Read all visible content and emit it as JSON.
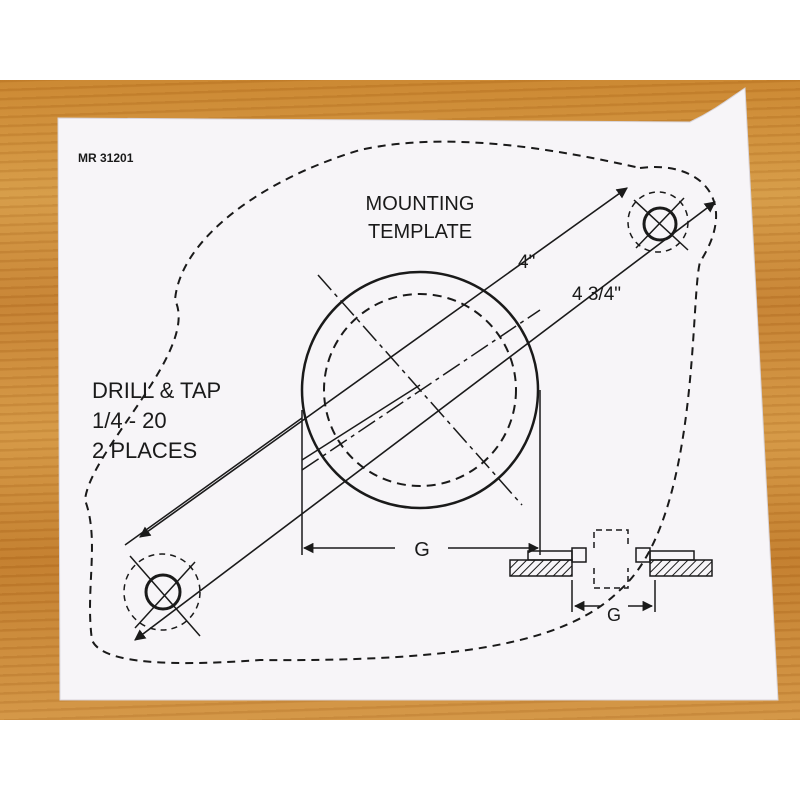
{
  "template": {
    "part_number": "MR 31201",
    "title_line1": "MOUNTING",
    "title_line2": "TEMPLATE",
    "dim_4": "4\"",
    "dim_4_34": "4 3/4\"",
    "drill_line1": "DRILL & TAP",
    "drill_line2": "1/4 - 20",
    "drill_line3": "2 PLACES",
    "gap_label": "G",
    "detail_gap_label": "G"
  },
  "colors": {
    "paper": "#f7f5f8",
    "ink": "#1a1a1a"
  }
}
